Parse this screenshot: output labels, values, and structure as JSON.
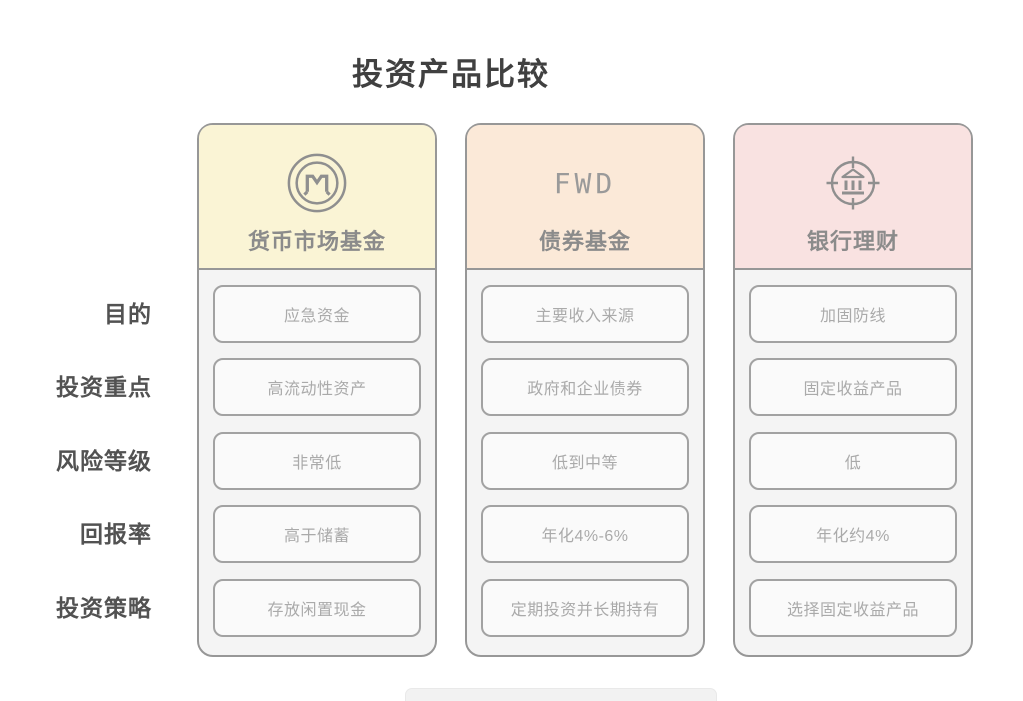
{
  "title": "投资产品比较",
  "row_labels": [
    "目的",
    "投资重点",
    "风险等级",
    "回报率",
    "投资策略"
  ],
  "columns": [
    {
      "name": "货币市场基金",
      "icon": "monero-coin-icon",
      "header_color": "#faf4d5",
      "cells": [
        "应急资金",
        "高流动性资产",
        "非常低",
        "高于储蓄",
        "存放闲置现金"
      ]
    },
    {
      "name": "债券基金",
      "logo_text": "FWD",
      "header_color": "#fbe9d8",
      "cells": [
        "主要收入来源",
        "政府和企业债券",
        "低到中等",
        "年化4%-6%",
        "定期投资并长期持有"
      ]
    },
    {
      "name": "银行理财",
      "icon": "bank-target-icon",
      "header_color": "#f9e2e1",
      "cells": [
        "加固防线",
        "固定收益产品",
        "低",
        "年化约4%",
        "选择固定收益产品"
      ]
    }
  ],
  "colors": {
    "card_border": "#979797",
    "cell_border": "#a2a2a2",
    "cell_text": "#aaaaaa",
    "card_body_background": "#f4f4f4",
    "header_yellow": "#faf4d5",
    "header_peach": "#fbe9d8",
    "header_pink": "#f9e2e1",
    "header_title_text": "#8b8b8b",
    "row_label_text": "#525252",
    "title_text": "#404040",
    "icon_stroke": "#8f8f8f"
  }
}
